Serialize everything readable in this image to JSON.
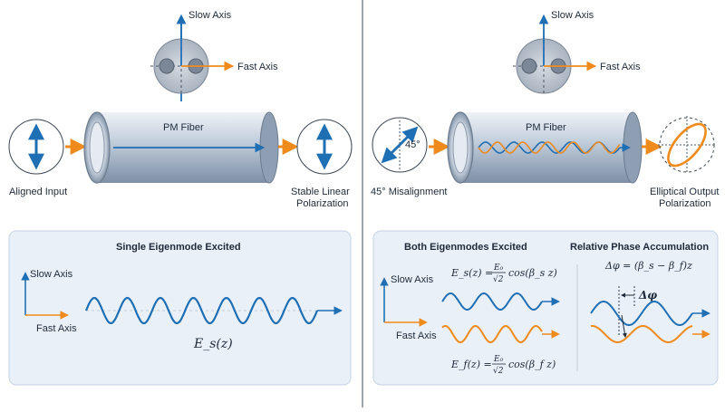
{
  "left": {
    "slow_axis": "Slow Axis",
    "fast_axis": "Fast Axis",
    "fiber_label": "PM Fiber",
    "input_label": "Aligned Input",
    "output_label_line1": "Stable Linear",
    "output_label_line2": "Polarization",
    "panel_title": "Single Eigenmode Excited",
    "panel_slow_axis": "Slow Axis",
    "panel_fast_axis": "Fast Axis",
    "wave_label": "E_s(z)"
  },
  "right": {
    "slow_axis": "Slow Axis",
    "fast_axis": "Fast Axis",
    "fiber_label": "PM Fiber",
    "input_label": "45° Misalignment",
    "input_angle": "45°",
    "output_label_line1": "Elliptical Output",
    "output_label_line2": "Polarization",
    "panel_title_left": "Both Eigenmodes Excited",
    "panel_title_right": "Relative Phase Accumulation",
    "panel_slow_axis": "Slow Axis",
    "panel_fast_axis": "Fast Axis",
    "eq_slow_lhs": "E_s(z) =",
    "eq_slow_num": "E₀",
    "eq_slow_den": "√2",
    "eq_slow_rhs": "cos(β_s z)",
    "eq_fast_lhs": "E_f(z) =",
    "eq_fast_num": "E₀",
    "eq_fast_den": "√2",
    "eq_fast_rhs": "cos(β_f z)",
    "delta_phi_eq": "Δφ = (β_s − β_f)z",
    "delta_phi": "Δφ"
  },
  "colors": {
    "blue": "#1f6fb5",
    "orange": "#ef8a1c",
    "panel_bg": "#e9f0f8",
    "fiber": "#b9c6d6"
  }
}
